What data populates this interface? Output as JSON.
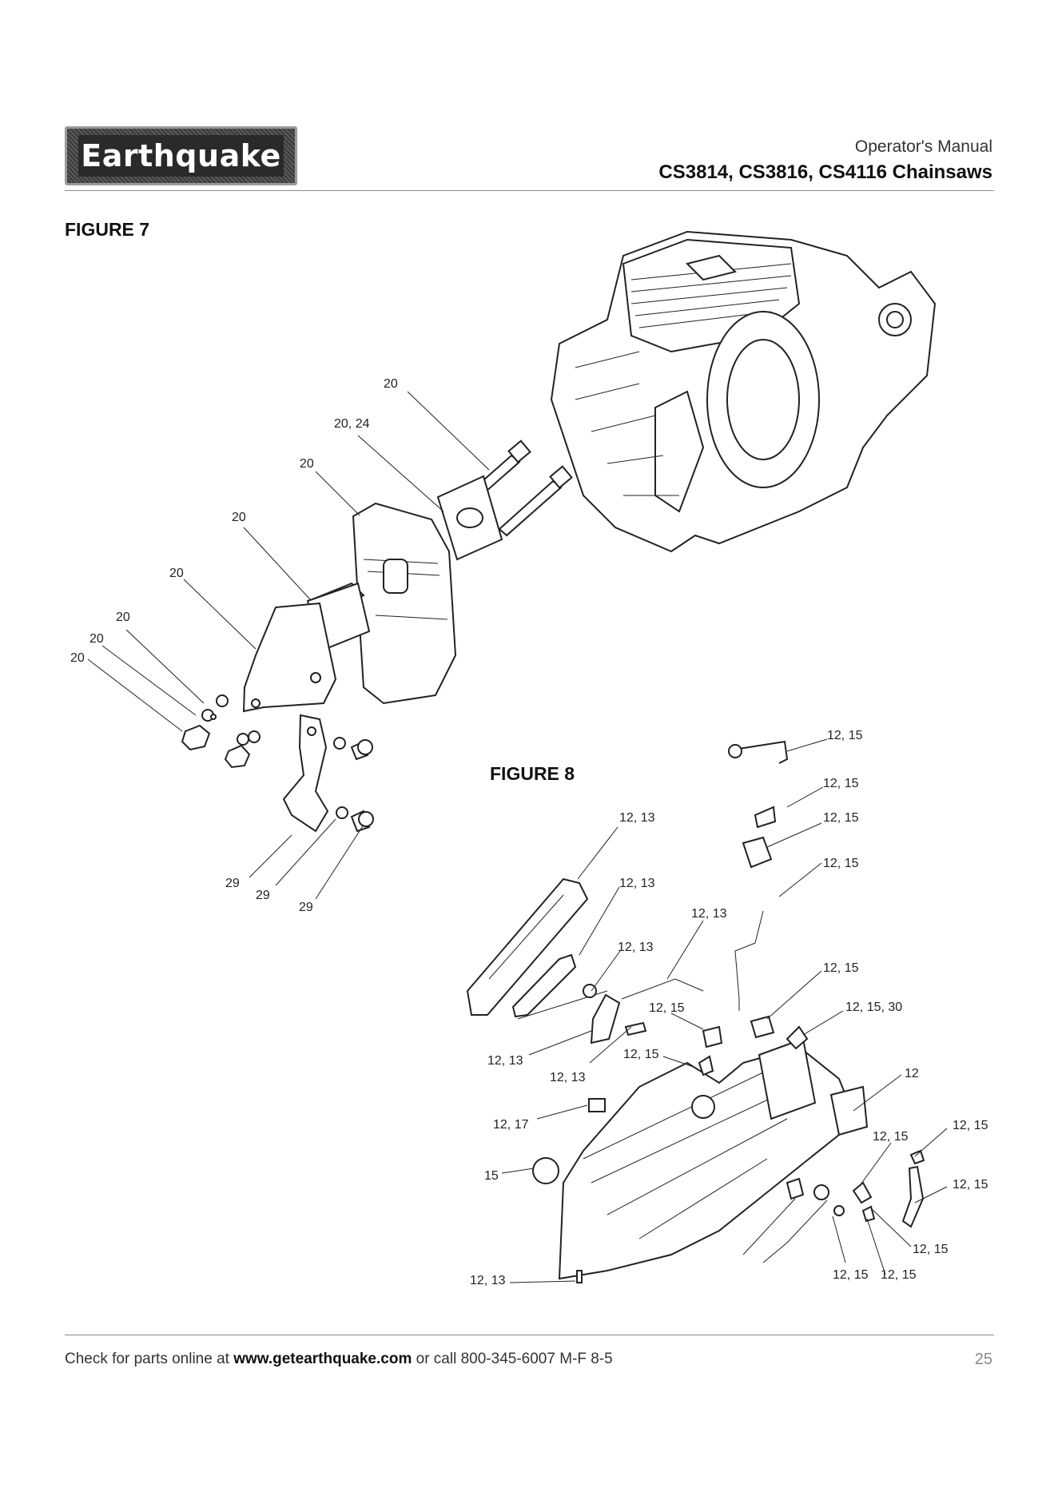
{
  "header": {
    "brand": "Earthquake",
    "subtitle": "Operator's Manual",
    "title": "CS3814, CS3816, CS4116 Chainsaws"
  },
  "figures": {
    "figure7_title": "FIGURE 7",
    "figure8_title": "FIGURE 8"
  },
  "figure7_labels": [
    "20",
    "20, 24",
    "20",
    "20",
    "20",
    "20",
    "20",
    "20",
    "29",
    "29",
    "29"
  ],
  "figure8_labels": [
    "12, 15",
    "12, 15",
    "12, 15",
    "12, 15",
    "12, 15",
    "12, 15, 30",
    "12",
    "12, 15",
    "12, 15",
    "12, 15",
    "12, 15",
    "12, 15",
    "12, 15",
    "12, 13",
    "12, 13",
    "12, 13",
    "12, 13",
    "12, 15",
    "12, 15",
    "12, 13",
    "12, 13",
    "12, 17",
    "15",
    "12, 13"
  ],
  "footer": {
    "prefix": "Check for parts online at ",
    "url": "www.getearthquake.com",
    "suffix": " or call 800-345-6007 M-F 8-5",
    "page_number": "25"
  }
}
